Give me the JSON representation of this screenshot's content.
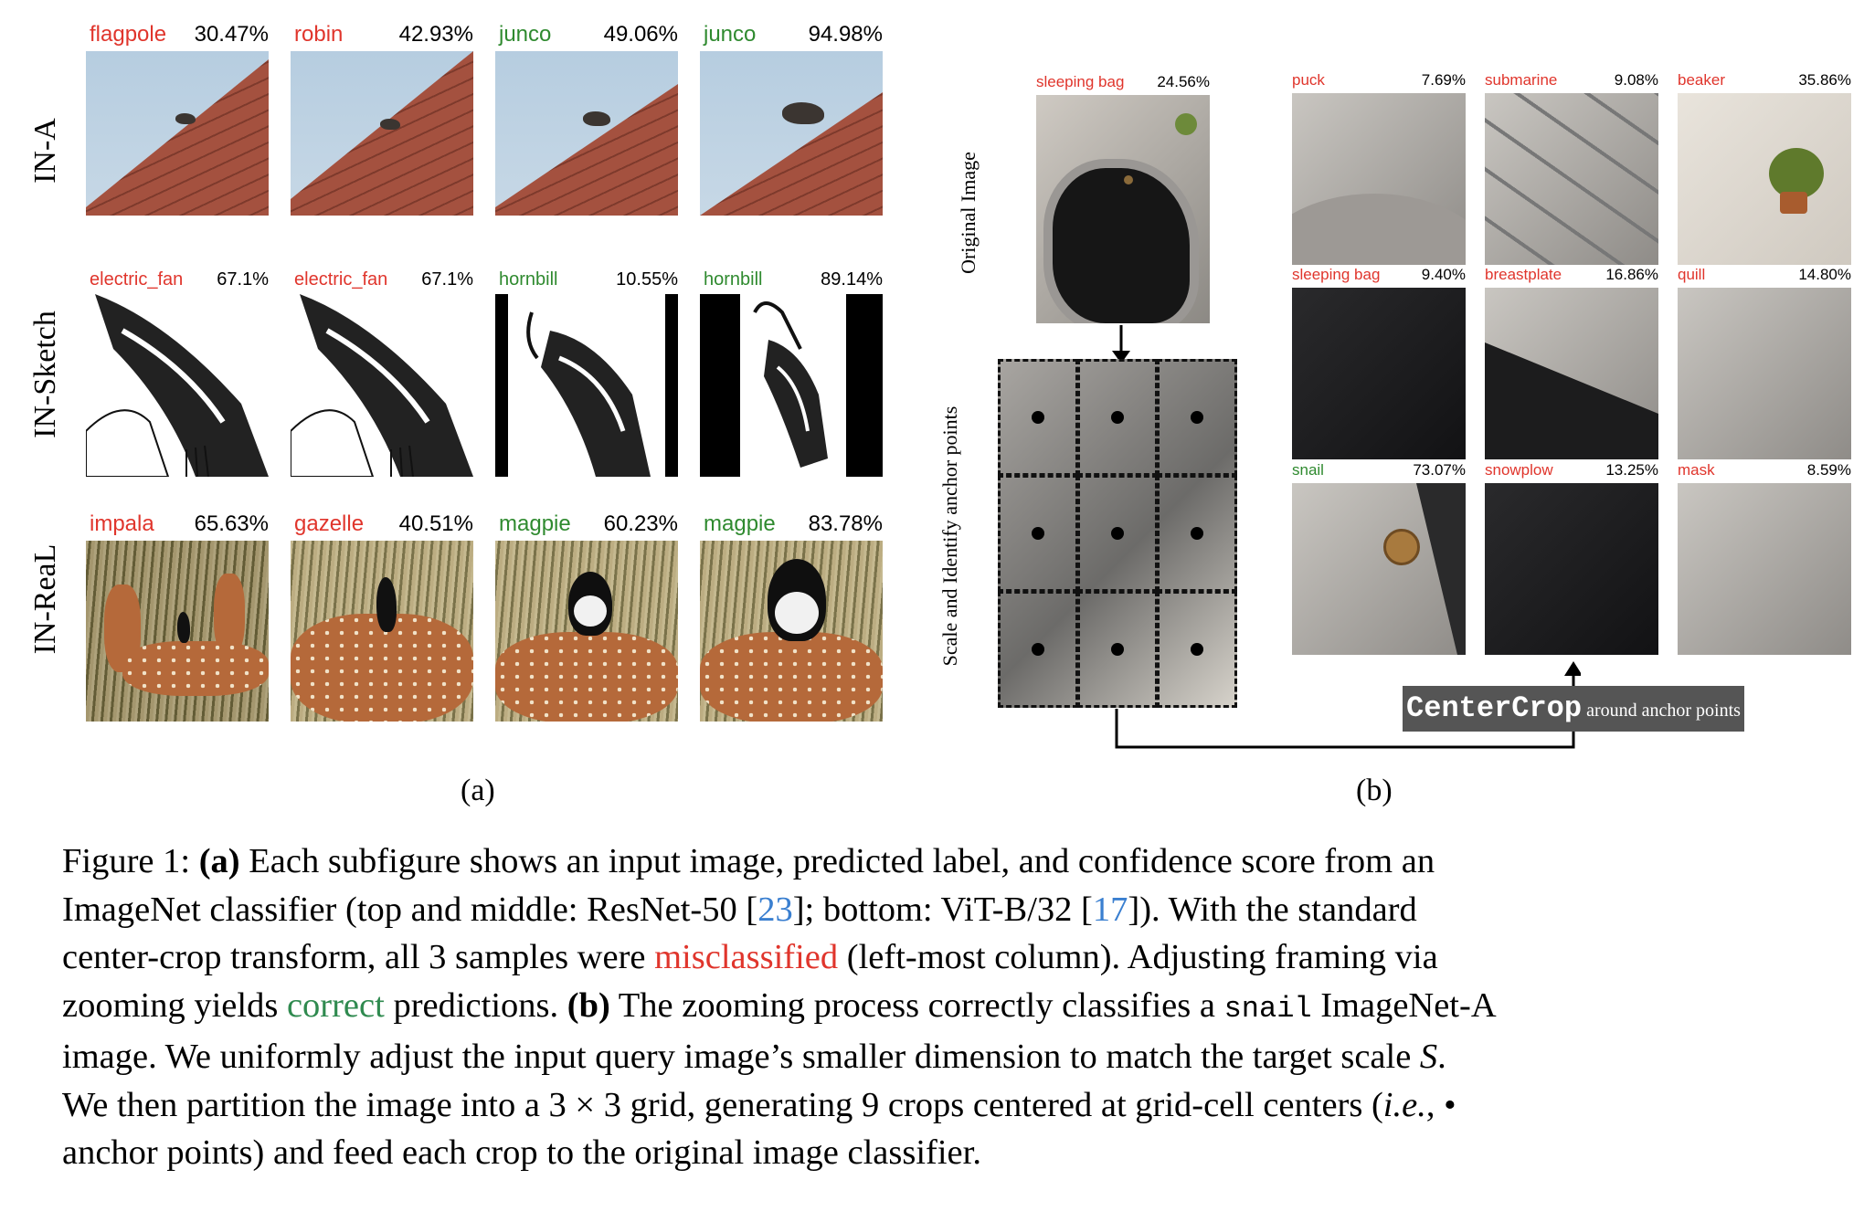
{
  "panel_a": {
    "rows": [
      {
        "label": "IN-A",
        "tiles": [
          {
            "label": "flagpole",
            "pct": "30.47%",
            "color": "red"
          },
          {
            "label": "robin",
            "pct": "42.93%",
            "color": "red"
          },
          {
            "label": "junco",
            "pct": "49.06%",
            "color": "green"
          },
          {
            "label": "junco",
            "pct": "94.98%",
            "color": "green"
          }
        ]
      },
      {
        "label": "IN-Sketch",
        "tiles": [
          {
            "label": "electric_fan",
            "pct": "67.1%",
            "color": "red"
          },
          {
            "label": "electric_fan",
            "pct": "67.1%",
            "color": "red"
          },
          {
            "label": "hornbill",
            "pct": "10.55%",
            "color": "green"
          },
          {
            "label": "hornbill",
            "pct": "89.14%",
            "color": "green"
          }
        ]
      },
      {
        "label": "IN-ReaL",
        "tiles": [
          {
            "label": "impala",
            "pct": "65.63%",
            "color": "red"
          },
          {
            "label": "gazelle",
            "pct": "40.51%",
            "color": "red"
          },
          {
            "label": "magpie",
            "pct": "60.23%",
            "color": "green"
          },
          {
            "label": "magpie",
            "pct": "83.78%",
            "color": "green"
          }
        ]
      }
    ],
    "sublabel": "(a)"
  },
  "panel_b": {
    "original_label": "Original Image",
    "original_tile": {
      "label": "sleeping bag",
      "pct": "24.56%"
    },
    "grid_label": "Scale and Identify anchor  points",
    "crops": [
      {
        "label": "puck",
        "pct": "7.69%",
        "color": "red"
      },
      {
        "label": "submarine",
        "pct": "9.08%",
        "color": "red"
      },
      {
        "label": "beaker",
        "pct": "35.86%",
        "color": "red"
      },
      {
        "label": "sleeping bag",
        "pct": "9.40%",
        "color": "red"
      },
      {
        "label": "breastplate",
        "pct": "16.86%",
        "color": "red"
      },
      {
        "label": "quill",
        "pct": "14.80%",
        "color": "red"
      },
      {
        "label": "snail",
        "pct": "73.07%",
        "color": "green"
      },
      {
        "label": "snowplow",
        "pct": "13.25%",
        "color": "red"
      },
      {
        "label": "mask",
        "pct": "8.59%",
        "color": "red"
      }
    ],
    "button_mono": "CenterCrop",
    "button_text": " around anchor points",
    "sublabel": "(b)"
  },
  "caption": {
    "figure": "Figure 1: ",
    "a": "(a)",
    "t1": " Each subfigure shows an input image, predicted label, and confidence score from an",
    "t2a": "ImageNet classifier (top and middle: ResNet-50 [",
    "ref1": "23",
    "t2b": "]; bottom: ViT-B/32 [",
    "ref2": "17",
    "t2c": "]). With the standard",
    "t3a": "center-crop transform, all 3 samples were ",
    "misclassified": "misclassified",
    "t3b": " (left-most column). Adjusting framing via",
    "t4a": "zooming yields ",
    "correct": "correct",
    "t4b": " predictions. ",
    "b": "(b)",
    "t4c": " The zooming process correctly classifies a ",
    "snail": "snail",
    "t4d": " ImageNet-A",
    "t5a": "image. We uniformly adjust the input query image’s smaller dimension to match the target scale ",
    "S": "S",
    "t5b": ".",
    "t6a": "We then partition the image into a 3 × 3 grid, generating 9 crops centered at grid-cell centers (",
    "ie": "i.e.",
    "t6b": ", •",
    "t7": "anchor points) and feed each crop to the original image classifier."
  }
}
